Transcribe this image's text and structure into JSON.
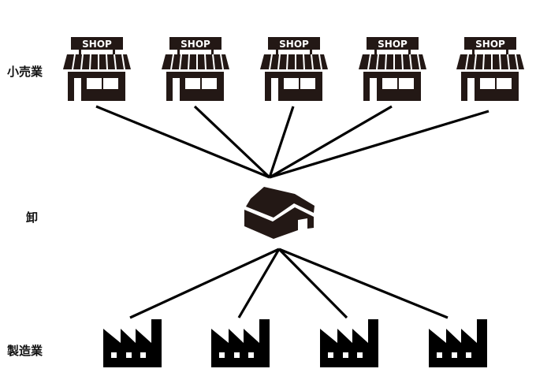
{
  "title": "流通構造図",
  "colors": {
    "icon": "#231815",
    "line": "#000000",
    "background": "#ffffff"
  },
  "tiers": [
    {
      "id": "retail",
      "label": "小売業",
      "icon": "shop-icon",
      "count": 5
    },
    {
      "id": "wholesale",
      "label": "卸",
      "icon": "warehouse-icon",
      "count": 1
    },
    {
      "id": "manufacturing",
      "label": "製造業",
      "icon": "factory-icon",
      "count": 4
    }
  ],
  "shop": {
    "sign_text": "SHOP"
  },
  "connections": {
    "retail_to_wholesale": 5,
    "wholesale_to_manufacturing": 4
  }
}
